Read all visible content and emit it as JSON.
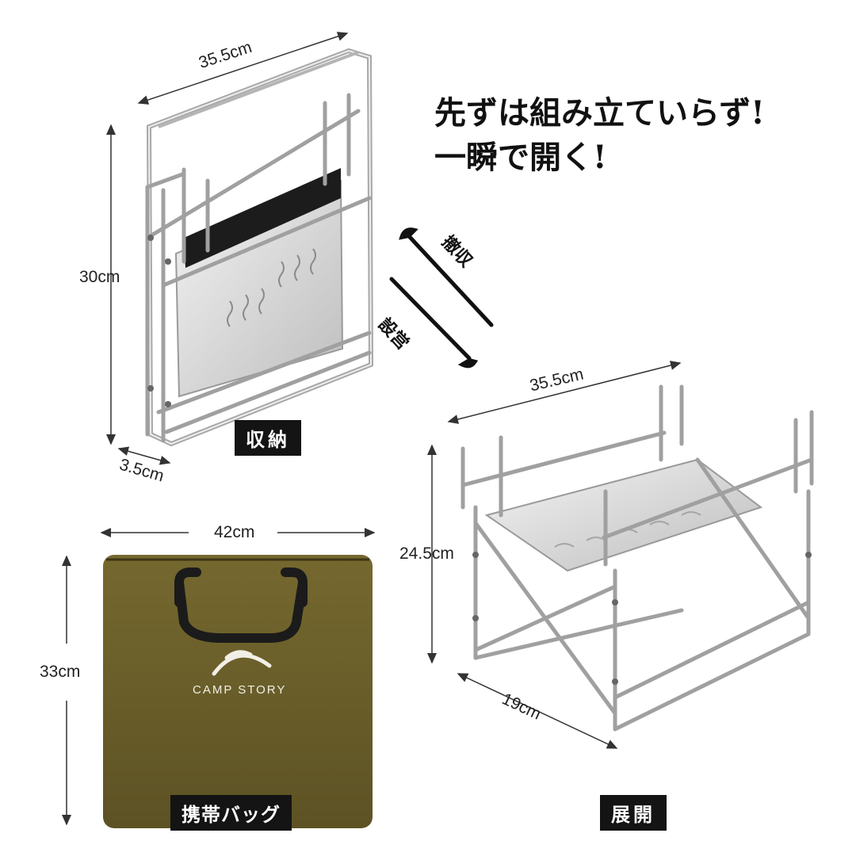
{
  "headline": {
    "line1": "先ずは組み立ていらず!",
    "line2": "一瞬で開く!"
  },
  "labels": {
    "storage": "収納",
    "deploy": "展開",
    "bag": "携帯バッグ",
    "collapse": "撤収",
    "setup": "設営"
  },
  "dimensions": {
    "folded_width": "35.5cm",
    "folded_height": "30cm",
    "folded_depth": "3.5cm",
    "open_width": "35.5cm",
    "open_height": "24.5cm",
    "open_depth": "19cm",
    "bag_width": "42cm",
    "bag_height": "33cm"
  },
  "bag": {
    "brand": "CAMP STORY",
    "color": "#6b5f2a"
  },
  "icons": [
    "collapse-arrow-icon",
    "setup-arrow-icon",
    "camp-story-logo-icon"
  ]
}
